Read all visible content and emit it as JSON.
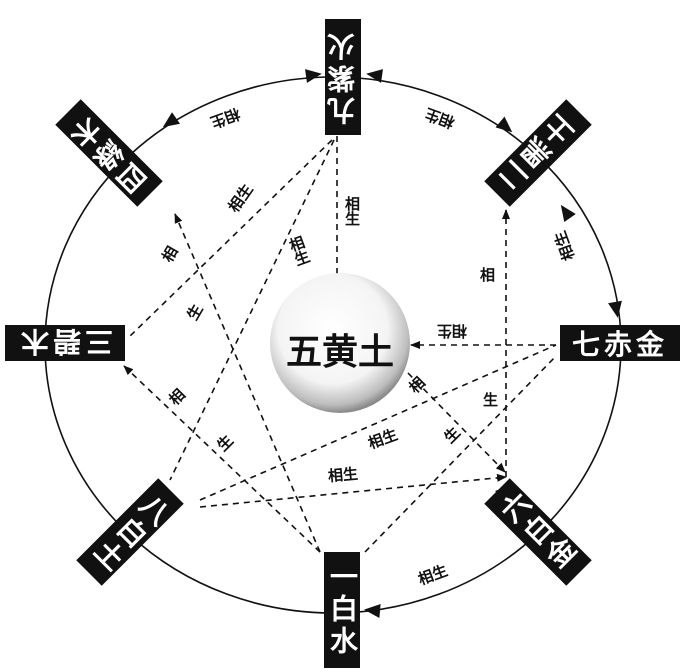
{
  "center": {
    "label": "五黄土"
  },
  "stars": {
    "top": "九紫火",
    "top_right": "二黑土",
    "right": "七赤金",
    "bottom_right": "六白金",
    "bottom": "一白水",
    "bottom_left": "八白土",
    "left": "三碧木",
    "top_left": "四綠木"
  },
  "relation": {
    "full": "相生",
    "first": "相",
    "second": "生"
  },
  "colors": {
    "box": "#111111",
    "box_text": "#ffffff",
    "line": "#111111"
  }
}
